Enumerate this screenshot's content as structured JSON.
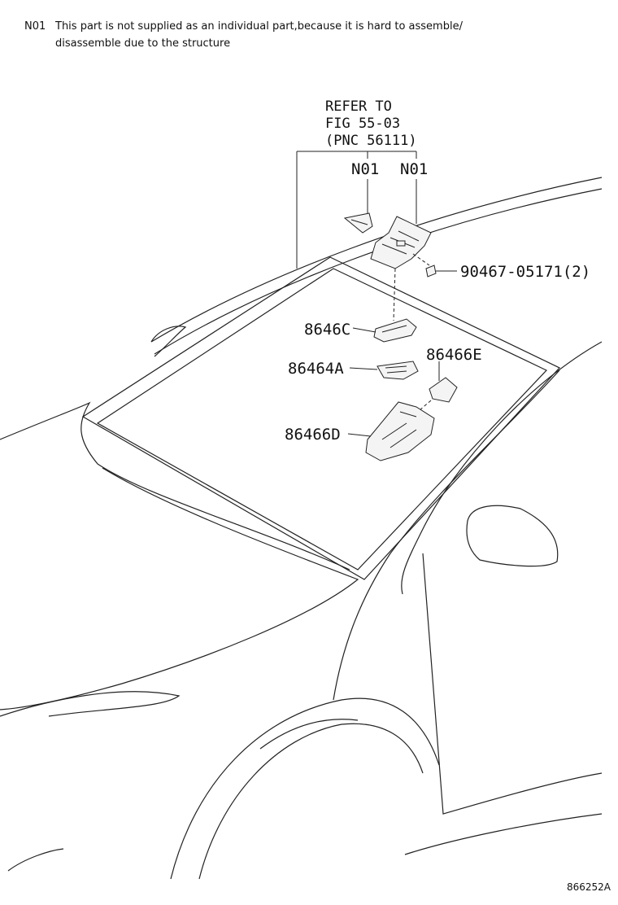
{
  "note": {
    "code": "N01",
    "line1": "This part is not supplied as an individual part,because it is hard to assemble/",
    "line2": "disassemble due to the structure"
  },
  "refer": {
    "line1": "REFER TO",
    "line2": "FIG 55-03",
    "line3": "(PNC 56111)"
  },
  "callouts": {
    "n01_left": "N01",
    "n01_right": "N01",
    "bolt": "90467-05171(2)",
    "p8646c": "8646C",
    "p86464a": "86464A",
    "p86466e": "86466E",
    "p86466d": "86466D"
  },
  "illustration_id": "866252A"
}
